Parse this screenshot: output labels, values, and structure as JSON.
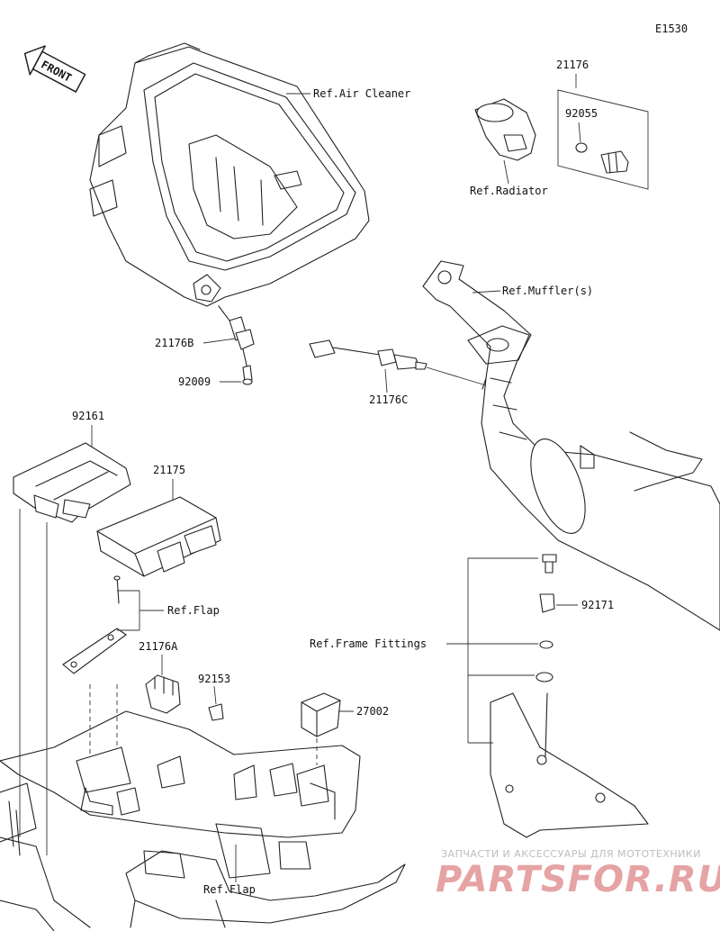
{
  "diagram_code": "E1530",
  "front_label": "FRONT",
  "labels": {
    "ref_air_cleaner": "Ref.Air Cleaner",
    "p21176": "21176",
    "p92055": "92055",
    "ref_radiator": "Ref.Radiator",
    "ref_mufflers": "Ref.Muffler(s)",
    "p21176b": "21176B",
    "p92009": "92009",
    "p21176c": "21176C",
    "p92161": "92161",
    "p21175": "21175",
    "ref_flap_top": "Ref.Flap",
    "p21176a": "21176A",
    "p92153": "92153",
    "p92171": "92171",
    "ref_frame_fittings": "Ref.Frame Fittings",
    "p27002": "27002",
    "ref_flap_bottom": "Ref.Flap"
  },
  "watermark": {
    "tagline": "ЗАПЧАСТИ И АКСЕССУАРЫ ДЛЯ МОТОТЕХНИКИ",
    "brand": "PARTSFOR.RU"
  }
}
